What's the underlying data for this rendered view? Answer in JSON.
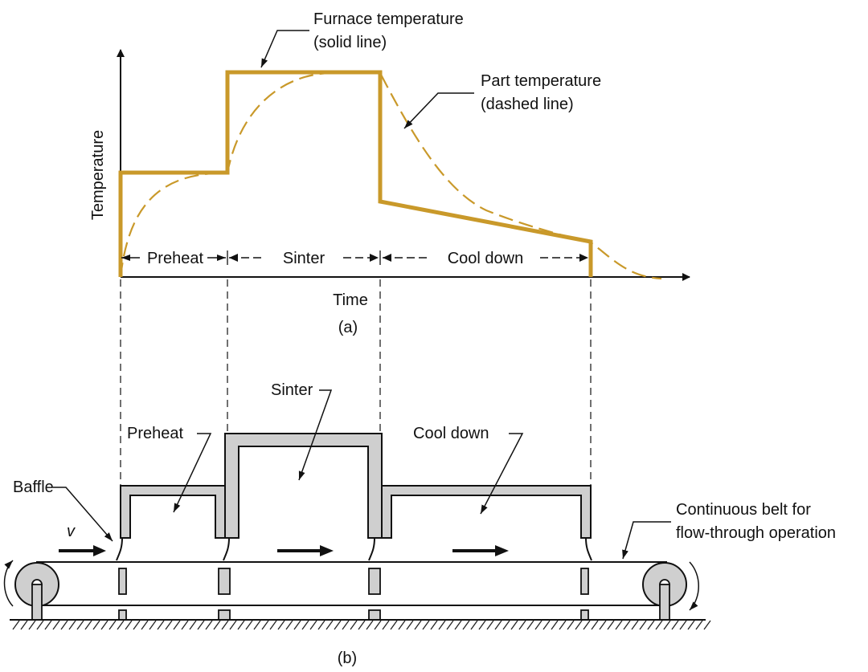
{
  "colors": {
    "furnace_line": "#c9992a",
    "part_line": "#c9992a",
    "ink": "#111111",
    "wall_fill": "#cfcfcf",
    "ground_hatch": "#222222"
  },
  "part_a": {
    "y_axis_label": "Temperature",
    "x_axis_label": "Time",
    "caption": "(a)",
    "furnace_label_line1": "Furnace temperature",
    "furnace_label_line2": "(solid line)",
    "part_label_line1": "Part temperature",
    "part_label_line2": "(dashed line)",
    "stage_preheat": "Preheat",
    "stage_sinter": "Sinter",
    "stage_cooldown": "Cool down"
  },
  "part_b": {
    "caption": "(b)",
    "label_preheat": "Preheat",
    "label_sinter": "Sinter",
    "label_cooldown": "Cool down",
    "label_baffle": "Baffle",
    "label_velocity": "v",
    "label_belt_line1": "Continuous belt for",
    "label_belt_line2": "flow-through operation"
  }
}
